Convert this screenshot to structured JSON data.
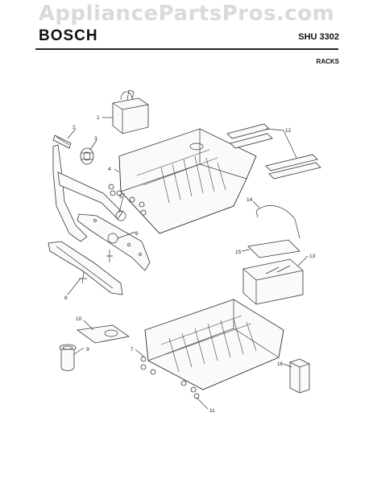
{
  "watermark": "AppliancePartsPros.com",
  "brand": "BOSCH",
  "model": "SHU 3302",
  "section": "RACKS",
  "callouts": [
    "1",
    "2",
    "3",
    "4",
    "5",
    "6",
    "8",
    "9",
    "10",
    "7",
    "11",
    "12",
    "14",
    "15",
    "13",
    "16"
  ]
}
